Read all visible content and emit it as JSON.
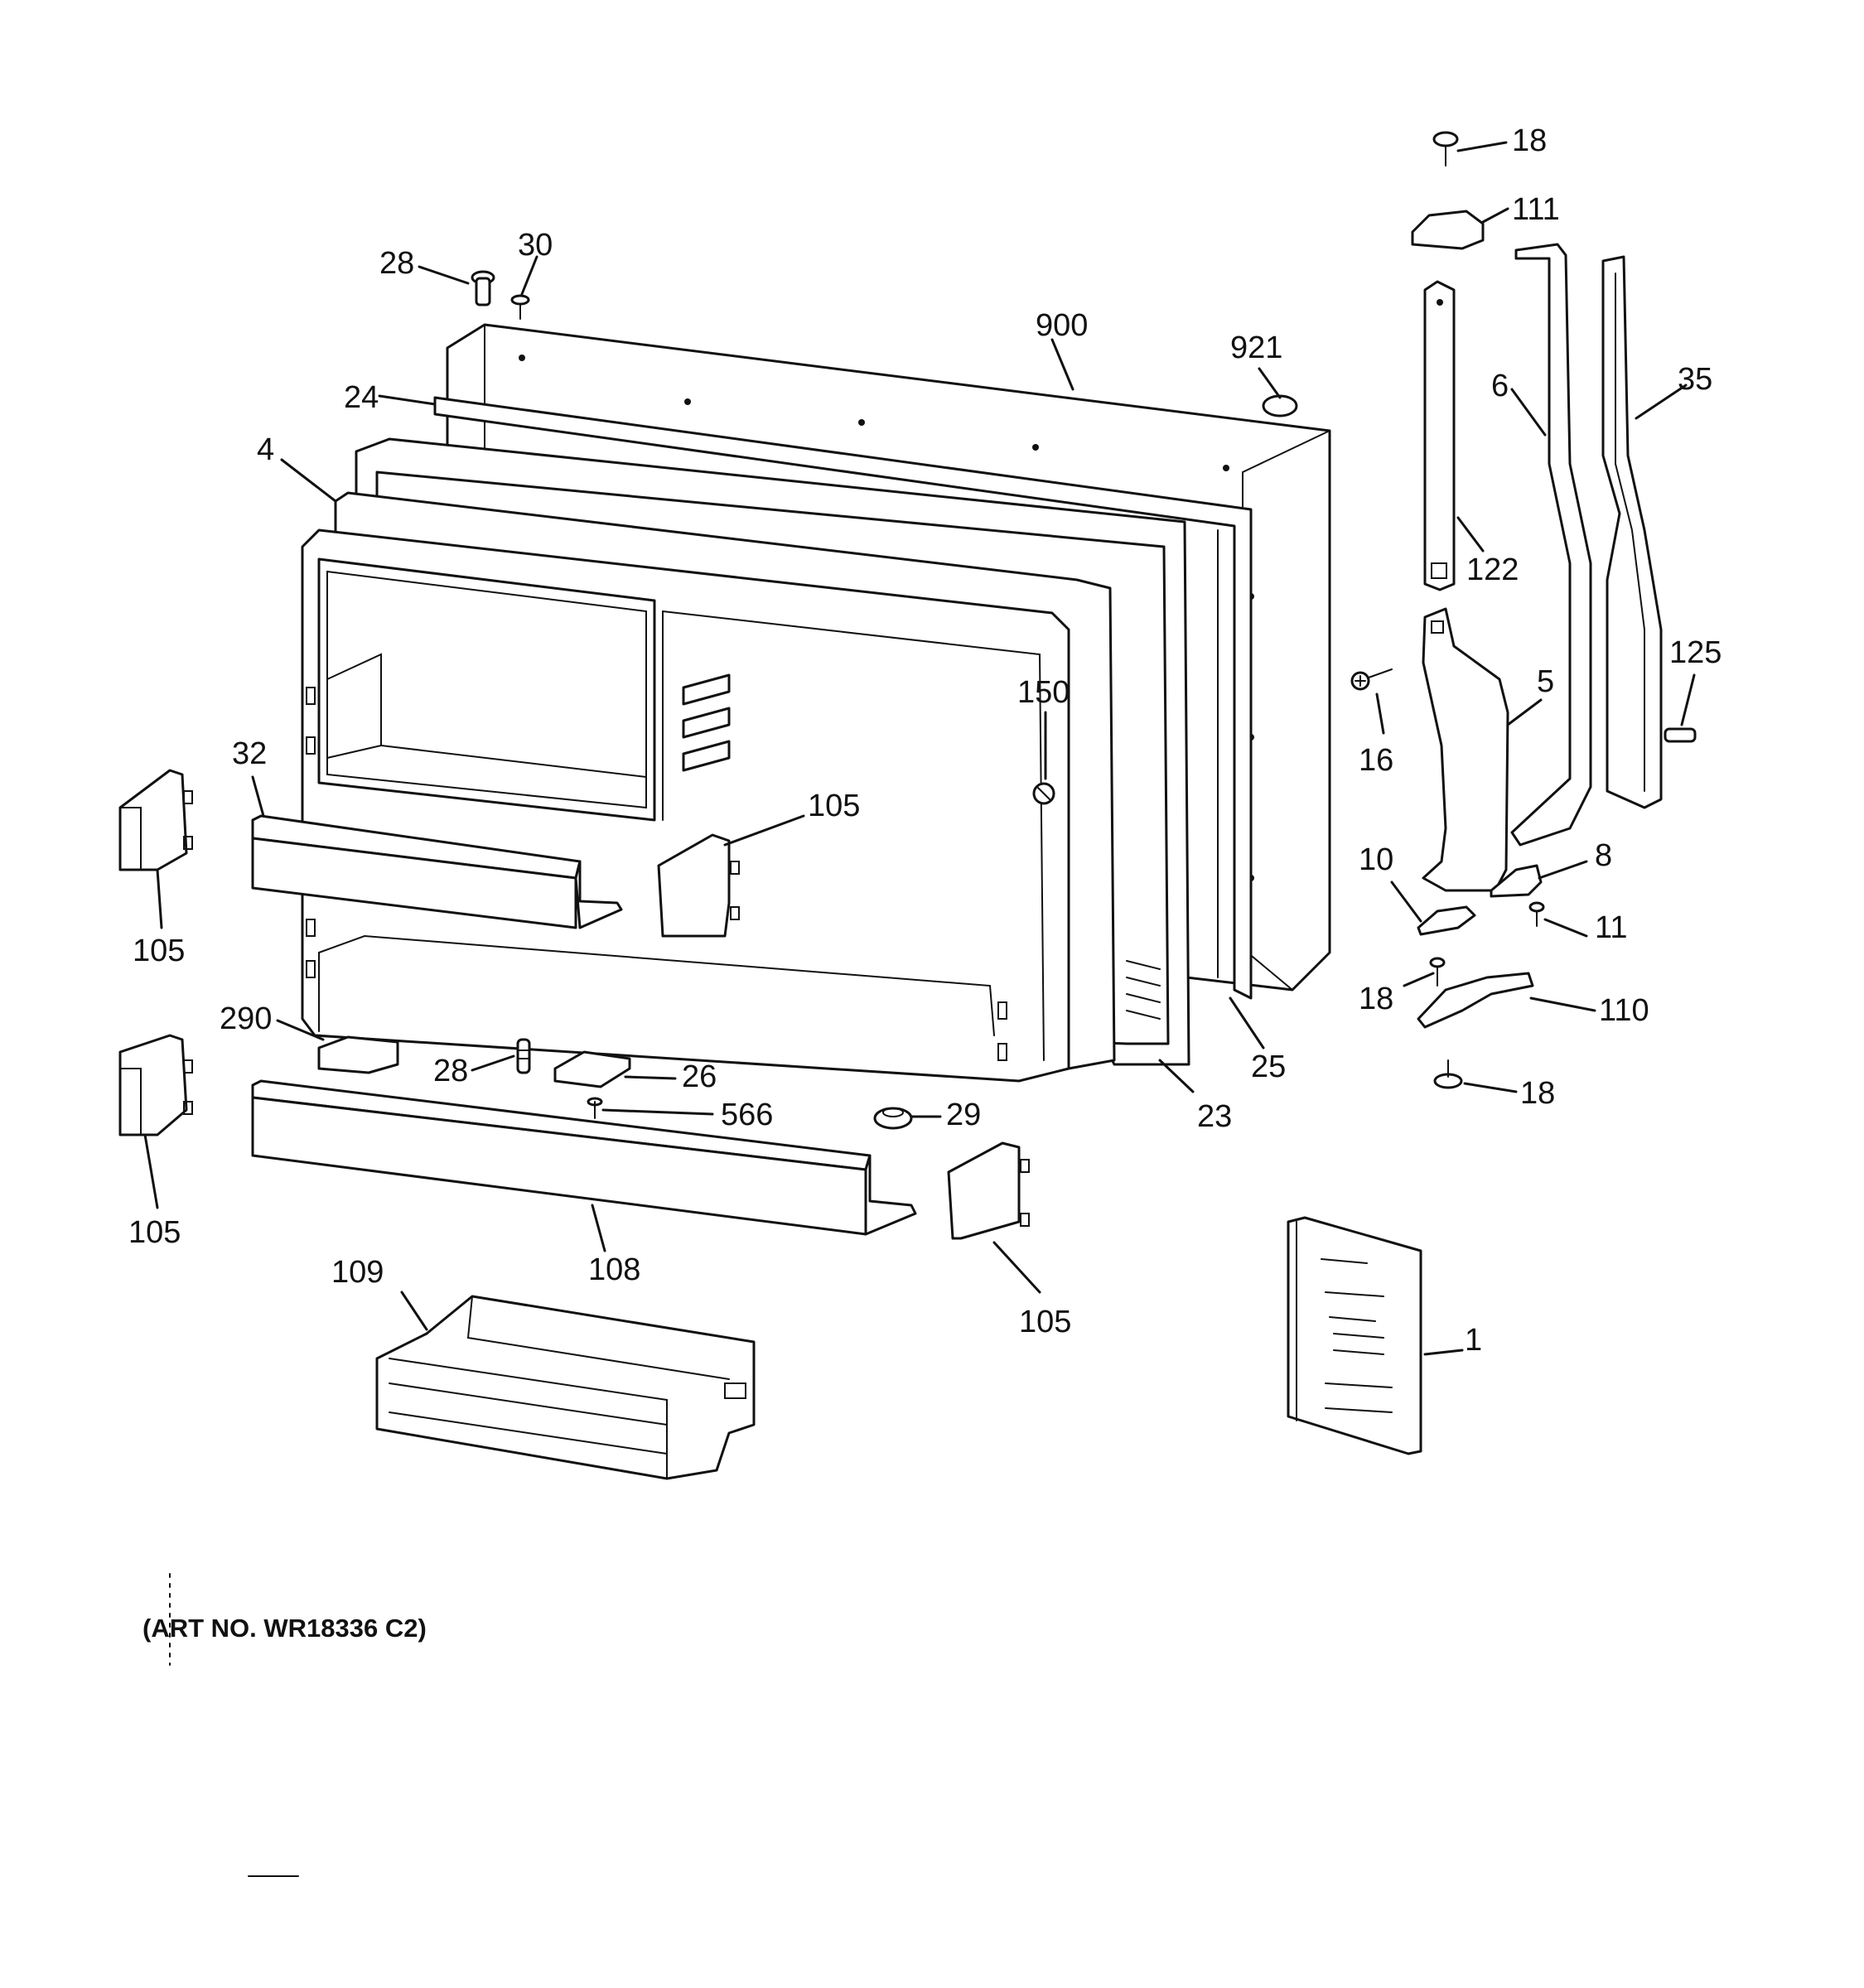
{
  "callouts": [
    {
      "id": "18-top",
      "label": "18"
    },
    {
      "id": "111",
      "label": "111"
    },
    {
      "id": "28-top",
      "label": "28"
    },
    {
      "id": "30",
      "label": "30"
    },
    {
      "id": "900",
      "label": "900"
    },
    {
      "id": "921",
      "label": "921"
    },
    {
      "id": "24",
      "label": "24"
    },
    {
      "id": "6",
      "label": "6"
    },
    {
      "id": "35",
      "label": "35"
    },
    {
      "id": "4",
      "label": "4"
    },
    {
      "id": "122",
      "label": "122"
    },
    {
      "id": "125",
      "label": "125"
    },
    {
      "id": "5",
      "label": "5"
    },
    {
      "id": "150",
      "label": "150"
    },
    {
      "id": "16",
      "label": "16"
    },
    {
      "id": "32",
      "label": "32"
    },
    {
      "id": "105-mid",
      "label": "105"
    },
    {
      "id": "8",
      "label": "8"
    },
    {
      "id": "10",
      "label": "10"
    },
    {
      "id": "11",
      "label": "11"
    },
    {
      "id": "105-left-top",
      "label": "105"
    },
    {
      "id": "18-mid",
      "label": "18"
    },
    {
      "id": "110",
      "label": "110"
    },
    {
      "id": "290",
      "label": "290"
    },
    {
      "id": "25",
      "label": "25"
    },
    {
      "id": "28-bottom",
      "label": "28"
    },
    {
      "id": "26",
      "label": "26"
    },
    {
      "id": "18-bottom",
      "label": "18"
    },
    {
      "id": "566",
      "label": "566"
    },
    {
      "id": "29",
      "label": "29"
    },
    {
      "id": "23",
      "label": "23"
    },
    {
      "id": "105-left-bottom",
      "label": "105"
    },
    {
      "id": "108",
      "label": "108"
    },
    {
      "id": "109",
      "label": "109"
    },
    {
      "id": "105-right-bottom",
      "label": "105"
    },
    {
      "id": "1",
      "label": "1"
    }
  ],
  "art_number": "(ART NO. WR18336 C2)"
}
